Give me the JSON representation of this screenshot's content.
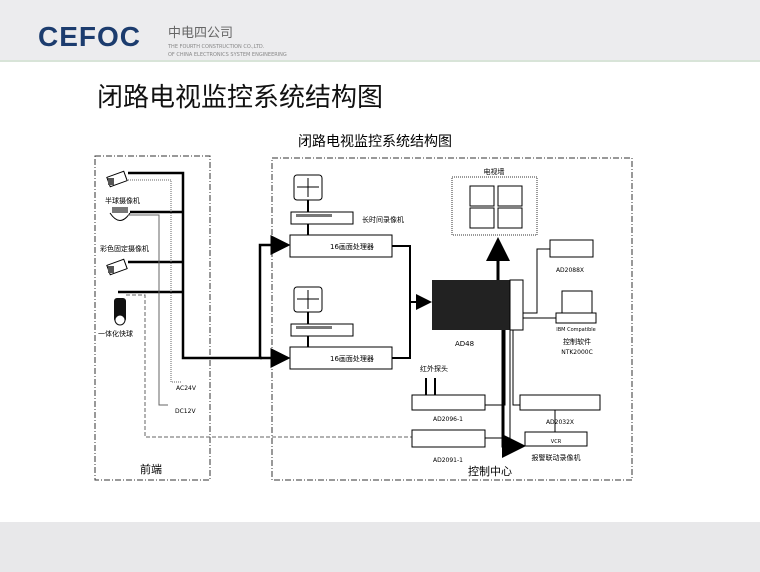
{
  "logo": {
    "text": "CEFOC",
    "cn": "中电四公司",
    "en1": "THE FOURTH CONSTRUCTION CO.,LTD.",
    "en2": "OF CHINA ELECTRONICS SYSTEM ENGINEERING"
  },
  "title": "闭路电视监控系统结构图",
  "diagram": {
    "subtitle": "闭路电视监控系统结构图",
    "front": {
      "label": "前端",
      "dome_camera": "半球摄像机",
      "color_camera": "彩色固定摄像机",
      "speed_dome": "一体化快球",
      "ac": "AC24V",
      "dc": "DC12V"
    },
    "center": {
      "label": "控制中心",
      "vcr_long": "长时间录像机",
      "processor": "16画面处理器",
      "vcr": "VCR",
      "tv_wall": "电视墙",
      "matrix": "AD48",
      "keyboard": "AD2088X",
      "software": "控制软件",
      "software_model": "NTK2000C",
      "pc": "IBM Compatible",
      "ir": "红外探头",
      "alarm1": "AD2096-1",
      "alarm2": "AD2091-1",
      "alarm3": "AD2032X",
      "alarm_vcr": "报警联动录像机"
    }
  }
}
